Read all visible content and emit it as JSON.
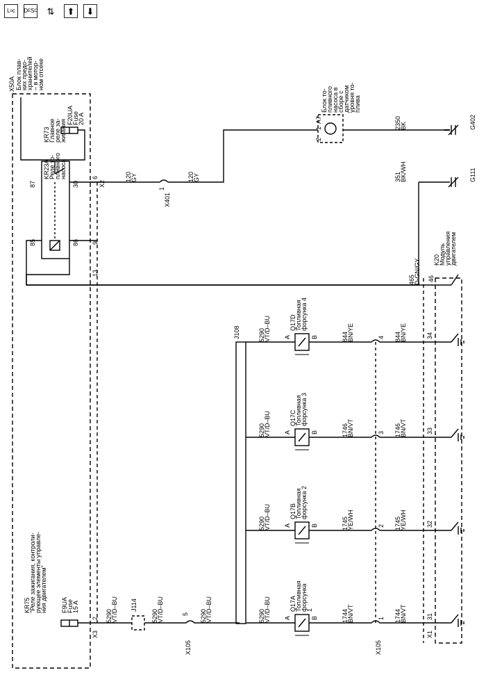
{
  "toolbar": {
    "loc_label": "LOC",
    "desc_label": "DESC",
    "wiring_icon": "wiring-swap-icon",
    "up_icon": "arrow-up-icon",
    "down_icon": "arrow-down-icon"
  },
  "labels": {
    "x50a": [
      "X50A",
      "Блок плав-",
      "ких предо-",
      "хранителей",
      "– в мотор-",
      "ном отсеке"
    ],
    "kr73": [
      "KR73",
      "Главное",
      "реле за-",
      "жигания"
    ],
    "f20ua": [
      "F20UA",
      "Fuse",
      "20 A"
    ],
    "kr23a": [
      "KR23A",
      "Реле то-",
      "пливного",
      "насоса"
    ],
    "a7": [
      "A7",
      "Блок то-",
      "пливного",
      "насоса в",
      "сборе с",
      "датчиком",
      "уровня то-",
      "плива"
    ],
    "kr75": [
      "KR75",
      "\"Реле зажигания, контроли-",
      "рующее элементы управле-",
      "ния двигателем\""
    ],
    "f9ua": [
      "F9UA",
      "Fuse",
      "15 A"
    ],
    "k20": [
      "K20",
      "Модуль",
      "управления",
      "двигателем"
    ],
    "q17a": [
      "Q17A",
      "Топливная",
      "форсунка",
      "1"
    ],
    "q17b": [
      "Q17B",
      "Топливная",
      "форсунка 2"
    ],
    "q17c": [
      "Q17C",
      "Топливная",
      "форсунка 3"
    ],
    "q17d": [
      "Q17D",
      "Топливная",
      "форсунка 4"
    ],
    "g402": "G402",
    "g111": "G111",
    "x401": "X401",
    "x105": "X105",
    "x105b": "X105",
    "x2": "X2",
    "x3": "X3",
    "x1": "X1",
    "j114": "J114",
    "j108": "J108",
    "pin_87": "87",
    "pin_30": "30",
    "pin_85": "85",
    "pin_86": "86",
    "pin_6": "6",
    "pin_9": "9",
    "pin_13": "13",
    "pin_2x3": "2",
    "pin_5": "5",
    "pin_a7_1": "1",
    "pin_a7_2": "2",
    "pin_x401_1": "1",
    "pin_k20_46": "46",
    "pin_k20_34": "34",
    "pin_k20_33": "33",
    "pin_k20_32": "32",
    "pin_k20_31": "31",
    "pin_x105_4": "4",
    "pin_x105_3": "3",
    "pin_x105_2": "2",
    "pin_x105_1": "1",
    "pin_a": "A",
    "pin_b": "B"
  },
  "wires": {
    "w120": [
      "120",
      "GY"
    ],
    "w2350": [
      "2350",
      "BK"
    ],
    "w351": [
      "351",
      "BK/WH"
    ],
    "w465": [
      "465",
      "D-GN/GY"
    ],
    "w5290": [
      "5290",
      "VT/D–BU"
    ],
    "w844": [
      "844",
      "BN/YE"
    ],
    "w1746": [
      "1746",
      "BN/VT"
    ],
    "w1745": [
      "1745",
      "YE/WH"
    ],
    "w1744": [
      "1744",
      "BN/VT"
    ]
  }
}
